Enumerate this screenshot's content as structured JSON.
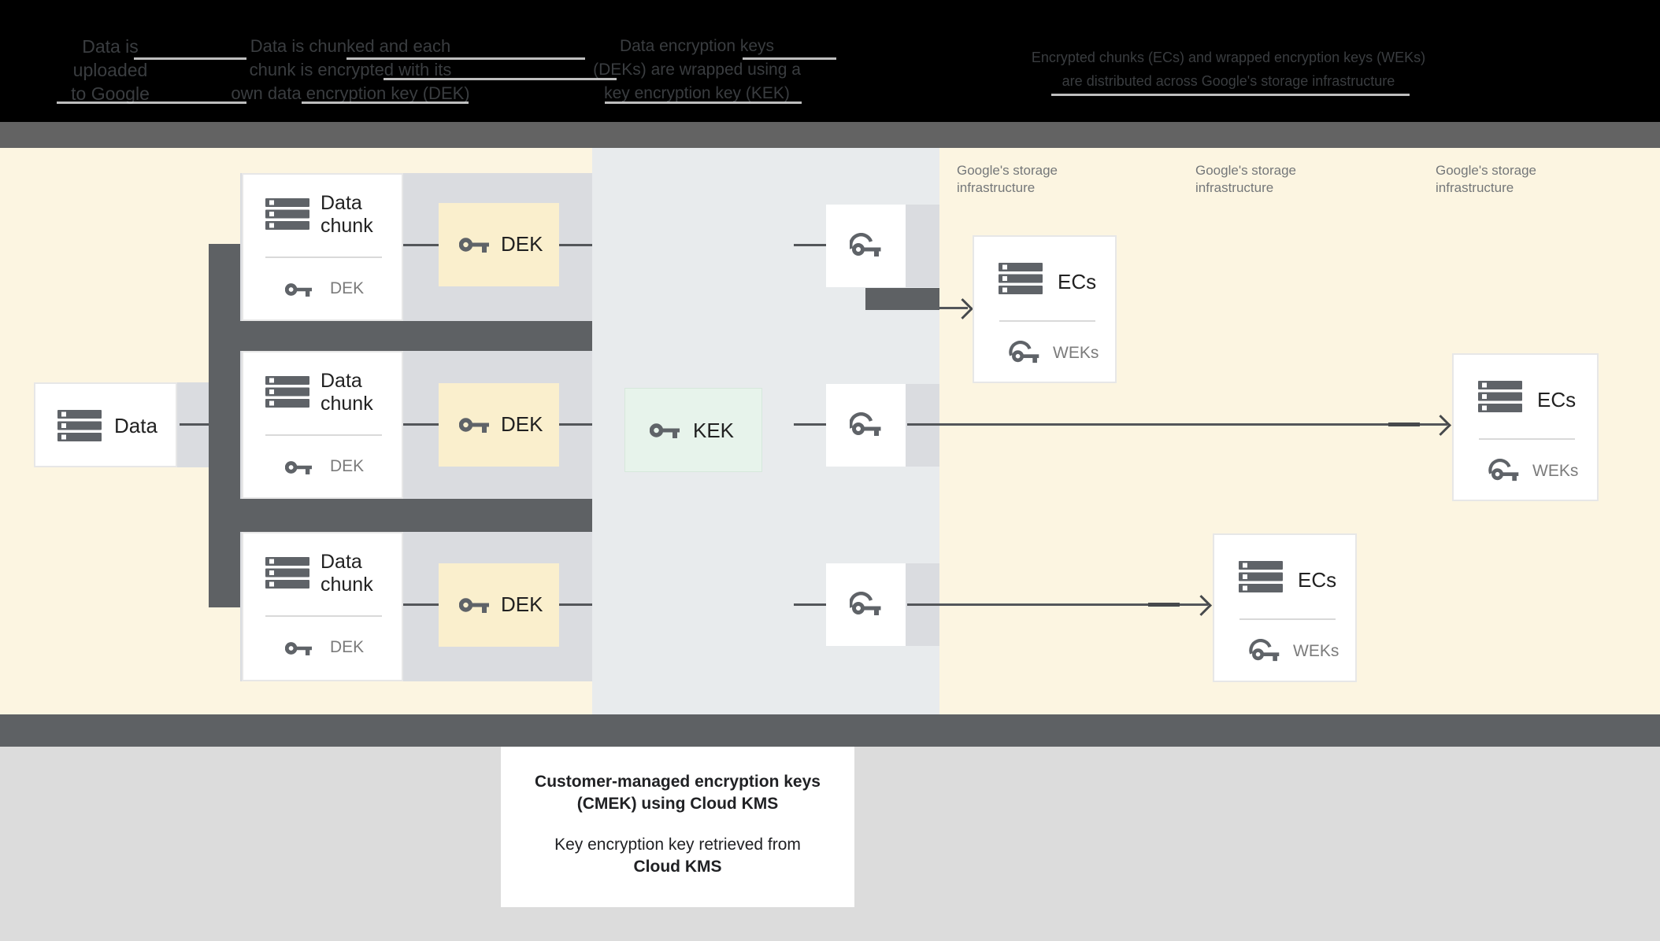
{
  "process_steps": [
    {
      "lines": [
        "Data is",
        "uploaded",
        "to Google"
      ]
    },
    {
      "lines": [
        "Data is chunked and each",
        "chunk is encrypted with its",
        "own data encryption key (DEK)"
      ]
    },
    {
      "lines": [
        "Data encryption keys",
        "(DEKs) are wrapped using a",
        "key encryption key (KEK)"
      ]
    },
    {
      "lines": [
        "Encrypted chunks (ECs) and wrapped encryption keys (WEKs)",
        "are distributed across Google's storage infrastructure"
      ]
    }
  ],
  "data_box": {
    "label": "Data"
  },
  "chunks": [
    {
      "title_line1": "Data",
      "title_line2": "chunk",
      "key_label": "DEK"
    },
    {
      "title_line1": "Data",
      "title_line2": "chunk",
      "key_label": "DEK"
    },
    {
      "title_line1": "Data",
      "title_line2": "chunk",
      "key_label": "DEK"
    }
  ],
  "dek_boxes": [
    {
      "label": "DEK"
    },
    {
      "label": "DEK"
    },
    {
      "label": "DEK"
    }
  ],
  "kek_box": {
    "label": "KEK"
  },
  "storage_labels": [
    {
      "line1": "Google's storage",
      "line2": "infrastructure"
    },
    {
      "line1": "Google's storage",
      "line2": "infrastructure"
    },
    {
      "line1": "Google's storage",
      "line2": "infrastructure"
    }
  ],
  "ec_boxes": [
    {
      "title": "ECs",
      "key_label": "WEKs"
    },
    {
      "title": "ECs",
      "key_label": "WEKs"
    },
    {
      "title": "ECs",
      "key_label": "WEKs"
    }
  ],
  "footer_card": {
    "title_line1": "Customer-managed encryption keys",
    "title_line2": "(CMEK) using Cloud KMS",
    "body_line1": "Key encryption key retrieved from",
    "body_line2": "Cloud KMS"
  },
  "colors": {
    "header_bg": "#000000",
    "header_text": "#3a3d40",
    "divider_strip": "#636363",
    "band_yellow": "#fcf5e1",
    "band_bluegray": "#e8ebed",
    "dek_box_fill": "#faefcd",
    "kek_box_fill": "#e7f3eb",
    "dark_connector": "#5e6164",
    "light_connector": "#dadce0",
    "icon_gray": "#5f6368",
    "muted_text": "#7b7b7b",
    "bottom_bg": "#dcdcdc"
  }
}
